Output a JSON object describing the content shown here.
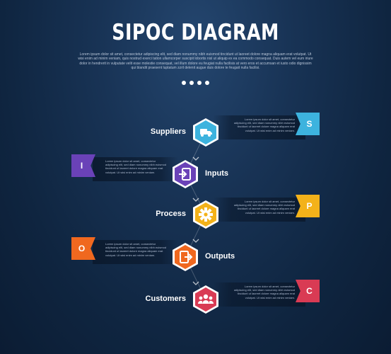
{
  "header": {
    "title": "SIPOC DIAGRAM",
    "intro": "Lorem ipsum dolor sit amet, consectetur adipiscing elit, sed diam nonummy nibh euismod tincidunt ut laoreet dolore magna aliquam erat volutpat. Ut wisi enim ad minim veniam, quis nostrud exerci tation ullamcorper suscipit lobortis nisl ut aliquip ex ea commodo consequat. Duis autem vel eum iriure dolor in hendrerit in vulputate velit esse molestie consequat, vel illum dolore eu feugiat nulla facilisis at vero eros et accumsan et iusto odio dignissim qui blandit praesent luptatum zzril delenit augue duis dolore te feugait nulla facilisi."
  },
  "stages": [
    {
      "label": "Suppliers",
      "letter": "S",
      "icon": "truck-icon",
      "color": "#3db3de",
      "side": "right",
      "text": "Lorem ipsum dolor sit amet, consectetur adipiscing elit, sed diam nonummy nibh euismod tincidunt ut laoreet dolore magna aliquam erat volutpat. Ut wisi enim ad minim veniam."
    },
    {
      "label": "Inputs",
      "letter": "I",
      "icon": "sign-in-icon",
      "color": "#6a42b8",
      "side": "left",
      "text": "Lorem ipsum dolor sit amet, consectetur adipiscing elit, sed diam nonummy nibh euismod tincidunt ut laoreet dolore magna aliquam erat volutpat. Ut wisi enim ad minim veniam."
    },
    {
      "label": "Process",
      "letter": "P",
      "icon": "gear-icon",
      "color": "#f3b21a",
      "side": "right",
      "text": "Lorem ipsum dolor sit amet, consectetur adipiscing elit, sed diam nonummy nibh euismod tincidunt ut laoreet dolore magna aliquam erat volutpat. Ut wisi enim ad minim veniam."
    },
    {
      "label": "Outputs",
      "letter": "O",
      "icon": "sign-out-icon",
      "color": "#f0681f",
      "side": "left",
      "text": "Lorem ipsum dolor sit amet, consectetur adipiscing elit, sed diam nonummy nibh euismod tincidunt ut laoreet dolore magna aliquam erat volutpat. Ut wisi enim ad minim veniam."
    },
    {
      "label": "Customers",
      "letter": "C",
      "icon": "users-icon",
      "color": "#d93b54",
      "side": "right",
      "text": "Lorem ipsum dolor sit amet, consectetur adipiscing elit, sed diam nonummy nibh euismod tincidunt ut laoreet dolore magna aliquam erat volutpat. Ut wisi enim ad minim veniam."
    }
  ]
}
